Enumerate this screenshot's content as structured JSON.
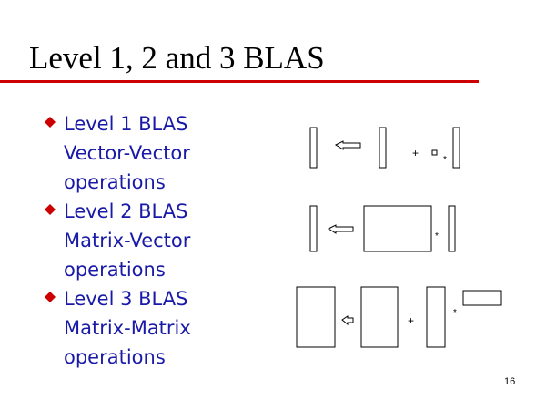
{
  "slide": {
    "title": "Level 1, 2 and 3 BLAS",
    "accent_color": "#cc0000",
    "bullet_text_color": "#1a1aa8",
    "bullets": [
      {
        "lines": [
          "Level 1 BLAS",
          "Vector-Vector",
          "operations"
        ]
      },
      {
        "lines": [
          "Level 2 BLAS",
          "Matrix-Vector",
          "operations"
        ]
      },
      {
        "lines": [
          "Level 3 BLAS",
          "Matrix-Matrix",
          "operations"
        ]
      }
    ],
    "diagrams": {
      "level1": {
        "plus": "+",
        "times": "*"
      },
      "level2": {
        "times": "*"
      },
      "level3": {
        "plus": "+",
        "times": "*"
      }
    },
    "page_number": "16"
  }
}
